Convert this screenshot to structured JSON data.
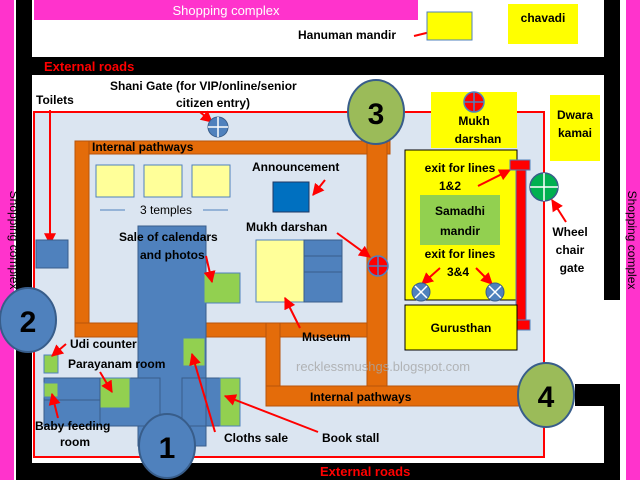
{
  "labels": {
    "shopping_top": "Shopping complex",
    "hanuman_mandir": "Hanuman mandir",
    "chavadi": "chavadi",
    "external_roads_top": "External roads",
    "external_roads_bottom": "External roads",
    "toilets": "Toilets",
    "shani_gate_line1": "Shani Gate (for VIP/online/senior",
    "shani_gate_line2": "citizen entry)",
    "gate_3": "3",
    "gate_2": "2",
    "gate_1": "1",
    "gate_4": "4",
    "mukh_darshan_right_line1": "Mukh",
    "mukh_darshan_right_line2": "darshan",
    "dwara_kamai_line1": "Dwara",
    "dwara_kamai_line2": "kamai",
    "internal_pathways_top": "Internal pathways",
    "internal_pathways_bottom": "Internal pathways",
    "announcement": "Announcement",
    "exit_12_line1": "exit for lines",
    "exit_12_line2": "1&2",
    "three_temples": "3 temples",
    "samadhi_line1": "Samadhi",
    "samadhi_line2": "mandir",
    "wheel_chair_line1": "Wheel",
    "wheel_chair_line2": "chair",
    "wheel_chair_line3": "gate",
    "sale_calendars_line1": "Sale of calendars",
    "sale_calendars_line2": "and photos",
    "mukh_darshan_center": "Mukh  darshan",
    "exit_34_line1": "exit for lines",
    "exit_34_line2": "3&4",
    "museum": "Museum",
    "gurusthan": "Gurusthan",
    "udi_counter": "Udi counter",
    "parayanam_room": "Parayanam room",
    "watermark": "recklessmushgs.blogspot.com",
    "baby_feeding_line1": "Baby feeding",
    "baby_feeding_line2": "room",
    "cloths_sale": "Cloths sale",
    "book_stall": "Book stall",
    "shopping_left": "Shopping complex",
    "shopping_right": "Shopping complex"
  },
  "colors": {
    "magenta": "#ff33cc",
    "pathway": "#e46c0a",
    "temple_yellow": "#ffff99",
    "bright_yellow": "#ffff00",
    "blue": "#4f81bd",
    "green": "#92d050",
    "light_blue": "#dbe5f1",
    "red": "#ff0000",
    "black": "#000000",
    "circle_green": "#9bbb59"
  }
}
